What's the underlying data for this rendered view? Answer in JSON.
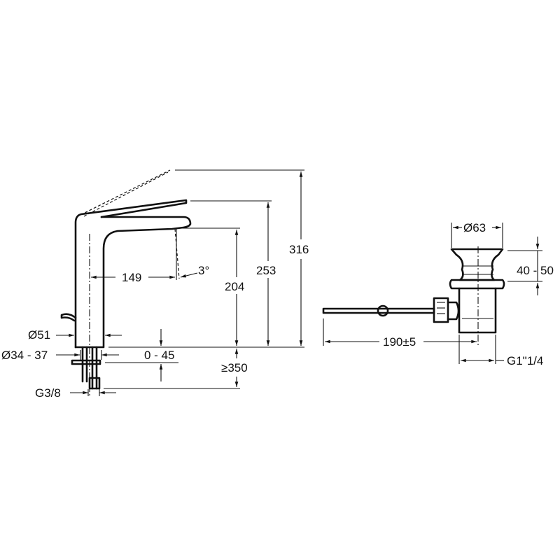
{
  "faucet": {
    "dimensions": {
      "height_lever_open": "316",
      "height_lever": "253",
      "height_spout": "204",
      "reach": "149",
      "angle": "3°",
      "base_diameter": "Ø51",
      "hole_diameter": "Ø34 - 37",
      "deck_thickness": "0 - 45",
      "hose_length": "≥350",
      "connection": "G3/8"
    }
  },
  "drain": {
    "dimensions": {
      "diameter": "Ø63",
      "stroke": "40 - 50",
      "rod_length": "190±5",
      "thread": "G1\"1/4"
    }
  }
}
